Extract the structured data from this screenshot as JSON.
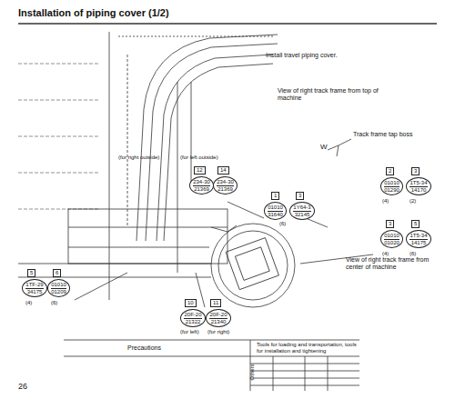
{
  "diagram": {
    "title": "Installation of piping cover (1/2)",
    "nodes": [
      {
        "text": [
          "234-30",
          "21369"
        ]
      },
      {
        "text": [
          "234-30",
          "21369"
        ]
      },
      {
        "text": [
          "01010",
          "31640"
        ]
      },
      {
        "text": [
          "1Y64-3",
          "32145"
        ]
      },
      {
        "text": [
          "01010",
          "01290"
        ]
      },
      {
        "text": [
          "1T5-34",
          "14170"
        ]
      },
      {
        "text": [
          "01010",
          "01020"
        ]
      },
      {
        "text": [
          "1T5-34",
          "14175"
        ]
      },
      {
        "text": [
          "1TF-29",
          "34175"
        ]
      },
      {
        "text": [
          "01010",
          "01209"
        ]
      },
      {
        "text": [
          "20F-20",
          "21322"
        ]
      },
      {
        "text": [
          "20F-20",
          "21340"
        ]
      }
    ],
    "labels": [
      "Install travel piping cover.",
      "View of right track frame from top of machine",
      "W",
      "Track frame tap boss",
      "(for right outside)",
      "(for left outside)",
      "12",
      "14",
      "1",
      "3",
      "(6)",
      "2",
      "3",
      "(4)",
      "(2)",
      "3",
      "5",
      "(4)",
      "(6)",
      "5",
      "6",
      "(4)",
      "(6)",
      "10",
      "11",
      "(for left)",
      "(for right)",
      "View of right track frame from center of machine",
      "Precautions",
      "Tools for loading and transportation, tools for installation and tightening",
      "Others",
      "26"
    ]
  }
}
